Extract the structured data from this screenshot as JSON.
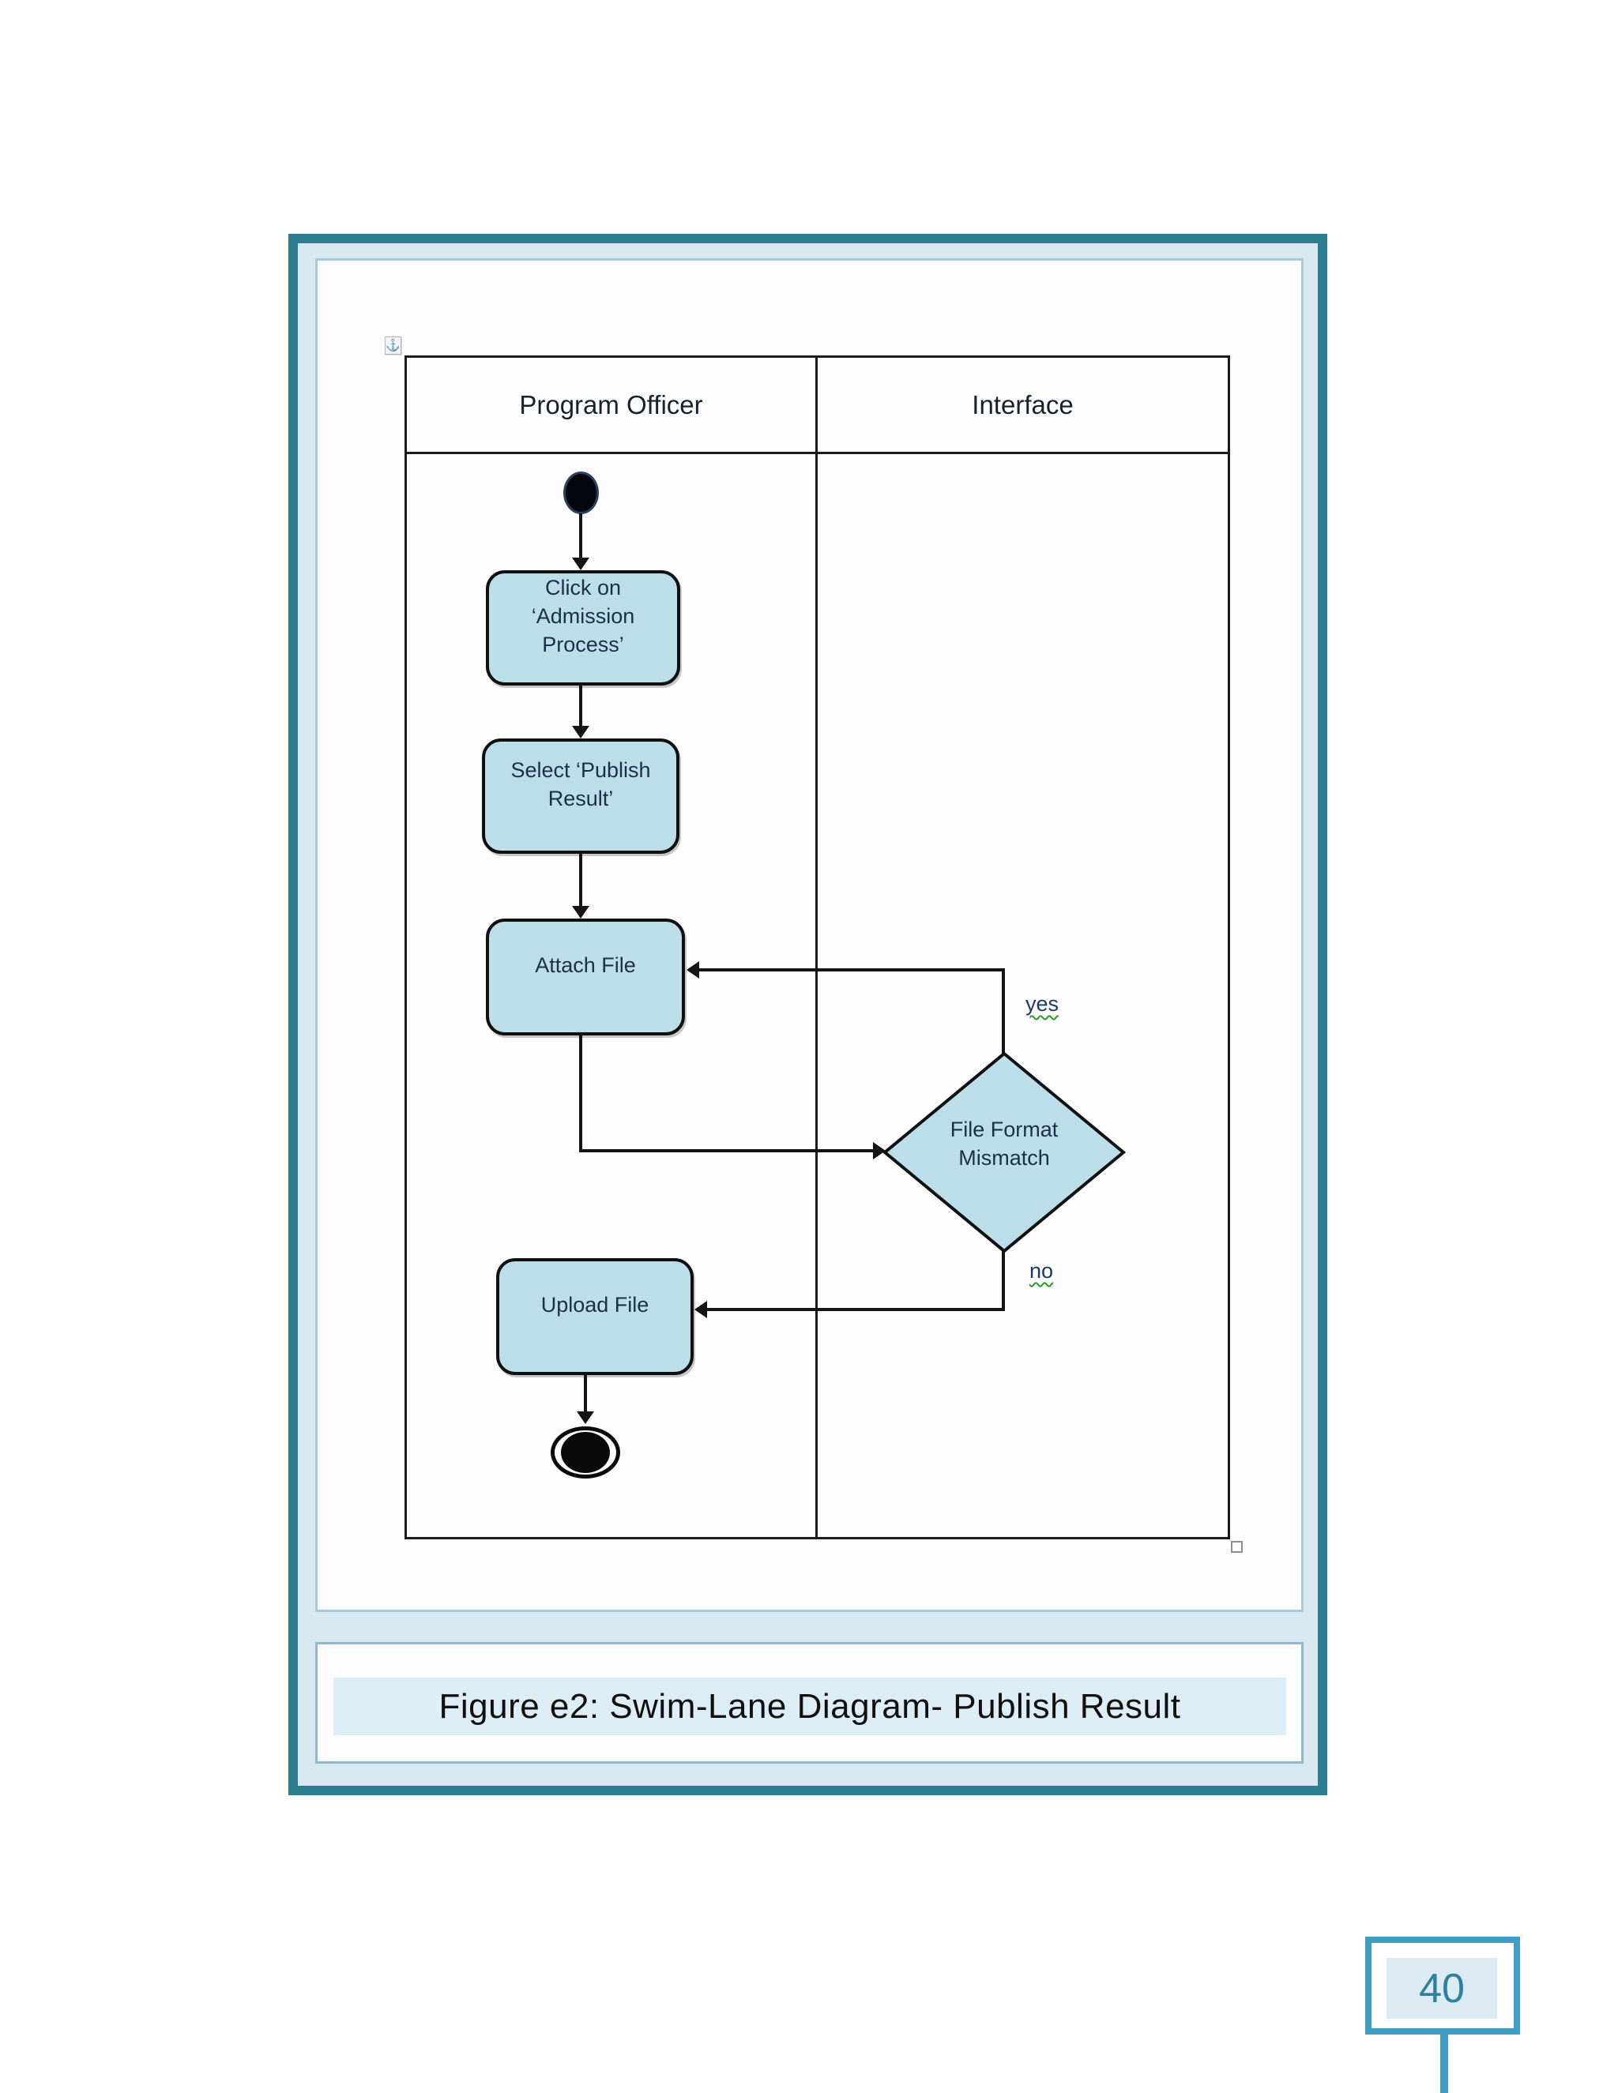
{
  "figure": {
    "caption": "Figure e2: Swim-Lane Diagram- Publish Result"
  },
  "page": {
    "number": "40"
  },
  "swimlane": {
    "lanes": [
      {
        "label": "Program Officer"
      },
      {
        "label": "Interface"
      }
    ],
    "nodes": {
      "start": {
        "type": "initial-node"
      },
      "step1": {
        "label": "Click on ‘Admission Process’"
      },
      "step2": {
        "label": "Select ‘Publish Result’"
      },
      "step3": {
        "label": "Attach File"
      },
      "decision": {
        "label": "File Format Mismatch"
      },
      "step4": {
        "label": "Upload File"
      },
      "end": {
        "type": "final-node"
      }
    },
    "edge_labels": {
      "yes": "yes",
      "no": "no"
    }
  },
  "icons": {
    "object_anchor": "⚓"
  },
  "colors": {
    "frame_teal": "#2e7e93",
    "frame_fill": "#d9e9f1",
    "panel_border": "#a9cbd9",
    "node_fill": "#bcdee9",
    "node_border": "#101010",
    "node_text": "#1c2f4a",
    "flow_line": "#141414",
    "edge_label_text": "#1f3864",
    "spellcheck_squiggle": "#2a9a2a",
    "caption_bar_fill": "#ddedf5",
    "page_number_border": "#3f9ec2",
    "page_number_text": "#2f7fa0"
  }
}
